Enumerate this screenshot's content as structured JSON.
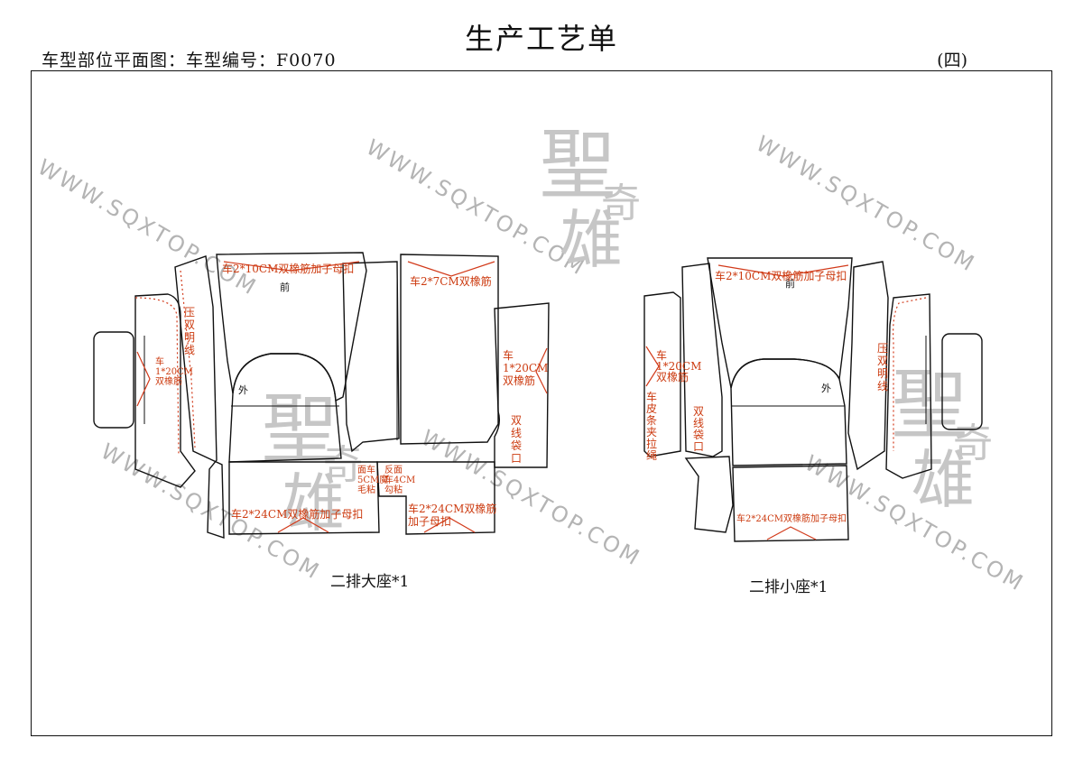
{
  "header": {
    "title": "生产工艺单",
    "subtitle": "车型部位平面图：车型编号：F0070",
    "page_number": "(四)"
  },
  "watermarks": {
    "url": "WWW.SQXTOP.COM",
    "brand": [
      "聖",
      "奇",
      "雄"
    ]
  },
  "seat_large": {
    "caption": "二排大座*1",
    "labels": {
      "front": "前",
      "outer": "外"
    },
    "notes": {
      "top_left": "车2*10CM双橡筋加子母扣",
      "top_right": "车2*7CM双橡筋",
      "left_stitch": [
        "压",
        "双",
        "明",
        "线"
      ],
      "left_elastic": [
        "车",
        "1*20CM",
        "双橡筋"
      ],
      "right_elastic": [
        "车",
        "1*20CM",
        "双橡筋"
      ],
      "pocket": [
        "双",
        "线",
        "袋",
        "口"
      ],
      "bottom_left": "车2*24CM双橡筋加子母扣",
      "bottom_right": [
        "车2*24CM双橡筋",
        "加子母扣"
      ],
      "center_a": [
        "面车",
        "5CM魔",
        "毛粘"
      ],
      "center_b": [
        "反面",
        "车4CM",
        "勾粘"
      ]
    }
  },
  "seat_small": {
    "caption": "二排小座*1",
    "labels": {
      "front": "前",
      "outer": "外"
    },
    "notes": {
      "top": "车2*10CM双橡筋加子母扣",
      "left_elastic": [
        "车",
        "1*20CM",
        "双橡筋"
      ],
      "leather_strip": [
        "车",
        "皮",
        "条",
        "夹",
        "拉",
        "绳"
      ],
      "pocket": [
        "双",
        "线",
        "袋",
        "口"
      ],
      "right_stitch": [
        "压",
        "双",
        "明",
        "线"
      ],
      "bottom": "车2*24CM双橡筋加子母扣"
    }
  }
}
